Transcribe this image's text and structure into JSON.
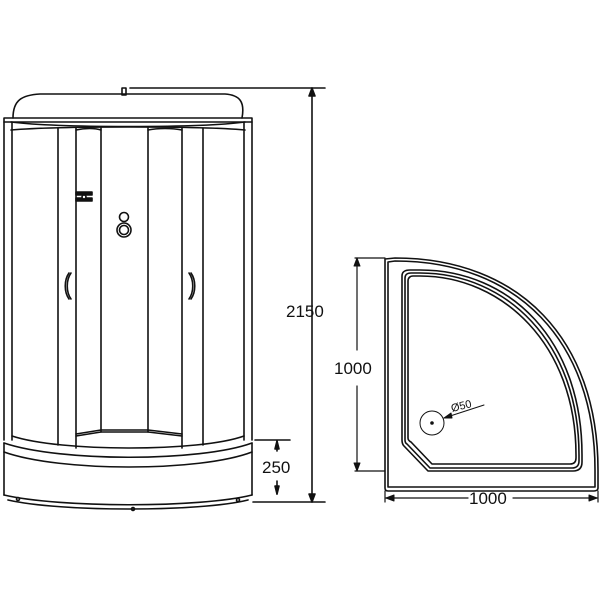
{
  "drawing": {
    "subject": "Quarter-round shower cabin",
    "line_color": "#111111",
    "background": "#ffffff"
  },
  "front_view": {
    "total_height_label": "2150",
    "tray_height_label": "250"
  },
  "plan_view": {
    "depth_label": "1000",
    "width_label": "1000",
    "drain_label": "Ø50"
  }
}
